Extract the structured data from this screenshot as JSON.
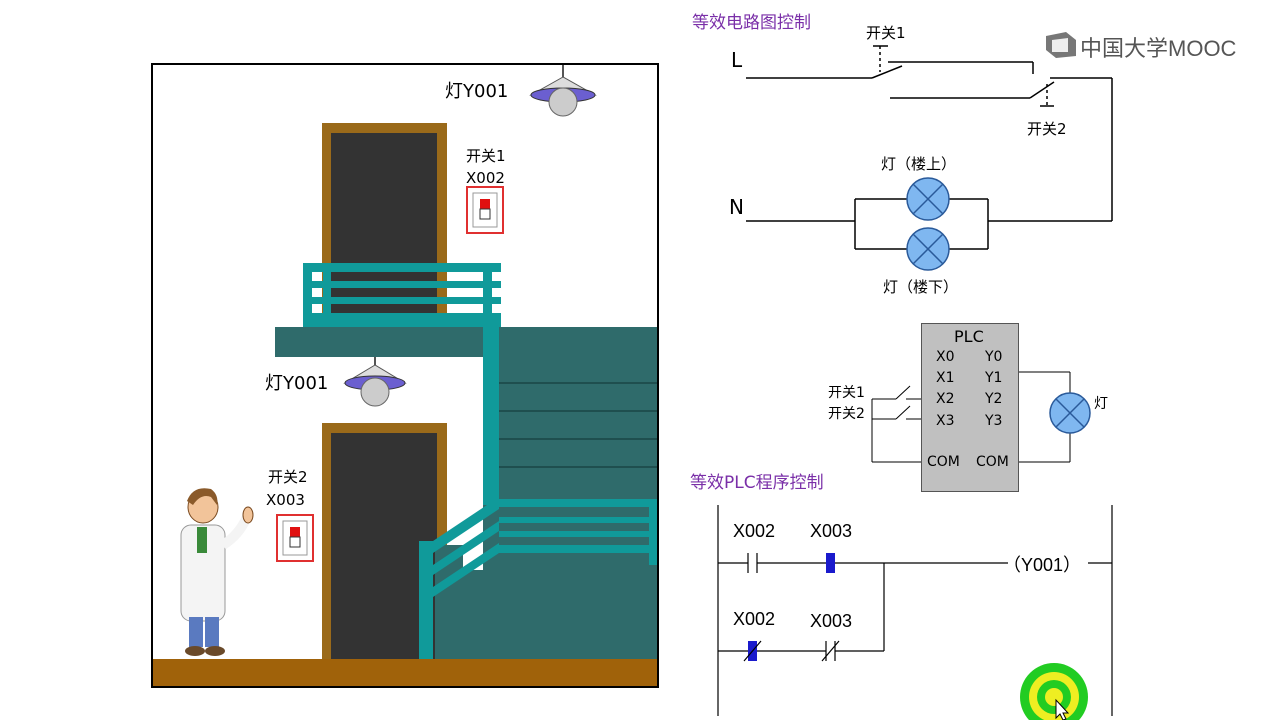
{
  "logo": {
    "text": "中国大学MOOC",
    "icon": "mooc-logo-icon"
  },
  "circuit": {
    "title": "等效电路图控制",
    "L": "L",
    "N": "N",
    "switch1": "开关1",
    "switch2": "开关2",
    "lamp_up": "灯（楼上）",
    "lamp_down": "灯（楼下）"
  },
  "plc": {
    "title": "PLC",
    "inputs": [
      "X0",
      "X1",
      "X2",
      "X3"
    ],
    "outputs": [
      "Y0",
      "Y1",
      "Y2",
      "Y3"
    ],
    "com_left": "COM",
    "com_right": "COM",
    "switch1": "开关1",
    "switch2": "开关2",
    "lamp": "灯"
  },
  "program": {
    "title": "等效PLC程序控制",
    "rung1": {
      "contact1": "X002",
      "contact2": "X003",
      "coil": "（Y001）"
    },
    "rung2": {
      "contact1": "X002",
      "contact2": "X003"
    }
  },
  "scene": {
    "lamp_top_label": "灯Y001",
    "lamp_mid_label": "灯Y001",
    "switch1_label": "开关1",
    "switch1_addr": "X002",
    "switch2_label": "开关2",
    "switch2_addr": "X003"
  },
  "colors": {
    "title_purple": "#7a2fa8",
    "stair_teal": "#2f6b6b",
    "rail_cyan": "#109a9a",
    "door_brown": "#9a6a1a",
    "floor_brown": "#a0620a",
    "lamp_blue": "#7fb7f0",
    "contact_blue": "#1a1acc"
  }
}
